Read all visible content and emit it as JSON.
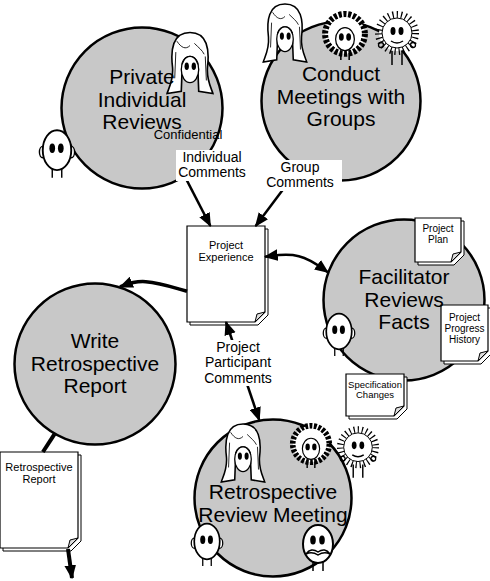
{
  "diagram": {
    "nodes": [
      {
        "text": [
          "Private Individual Reviews",
          "Confidential"
        ]
      },
      {
        "text": [
          "Conduct Meetings with Groups"
        ]
      },
      {
        "text": [
          "Project Experience"
        ]
      },
      {
        "text": [
          "Facilitator Reviews Facts"
        ]
      },
      {
        "text": [
          "Project Plan"
        ]
      },
      {
        "text": [
          "Project Progress History"
        ]
      },
      {
        "text": [
          "Specification Changes"
        ]
      },
      {
        "text": [
          "Write Retrospective Report"
        ]
      },
      {
        "text": [
          "Retrospective Report"
        ]
      },
      {
        "text": [
          "Retrospective Review Meeting"
        ]
      }
    ],
    "edges": [
      {
        "from": 0,
        "to": 2,
        "label": "Individual Comments",
        "arrow": "to"
      },
      {
        "from": 1,
        "to": 2,
        "label": "Group Comments",
        "arrow": "to"
      },
      {
        "from": 2,
        "to": 3,
        "arrow": "both"
      },
      {
        "from": 2,
        "to": 7,
        "arrow": "to"
      },
      {
        "from": 2,
        "to": 9,
        "label": "Project Participant Comments",
        "arrow": "both"
      },
      {
        "from": 7,
        "to": 8,
        "arrow": "none"
      }
    ]
  }
}
